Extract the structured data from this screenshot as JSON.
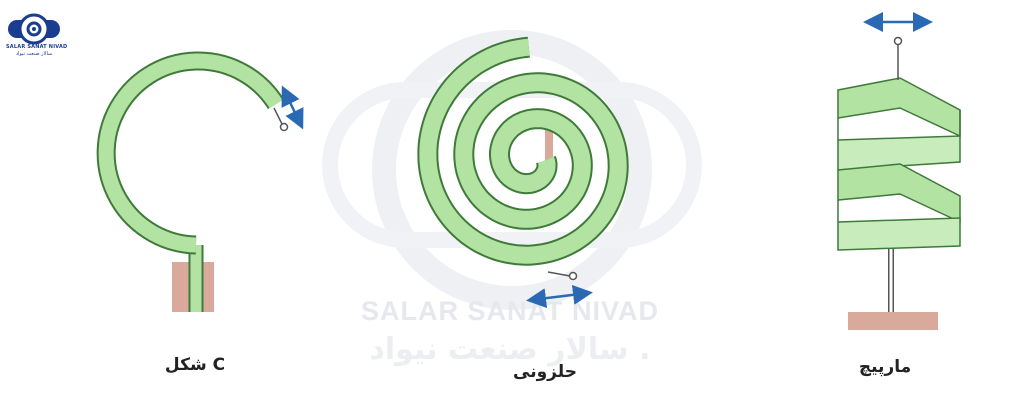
{
  "logo": {
    "name": "SALAR SANAT NIVAD",
    "subtitle": "سالار صنعت نیواد"
  },
  "watermark": {
    "english": "SALAR SANAT NIVAD",
    "persian": "سالار صنعت نیواد ."
  },
  "labels": {
    "c_shape": "شکل C",
    "spiral": "حلزونی",
    "helical": "مارپیچ"
  },
  "colors": {
    "tube_fill": "#b3e3a3",
    "tube_stroke": "#3f7a3a",
    "base_fill": "#d9a99b",
    "arrow": "#2a6ab5"
  }
}
